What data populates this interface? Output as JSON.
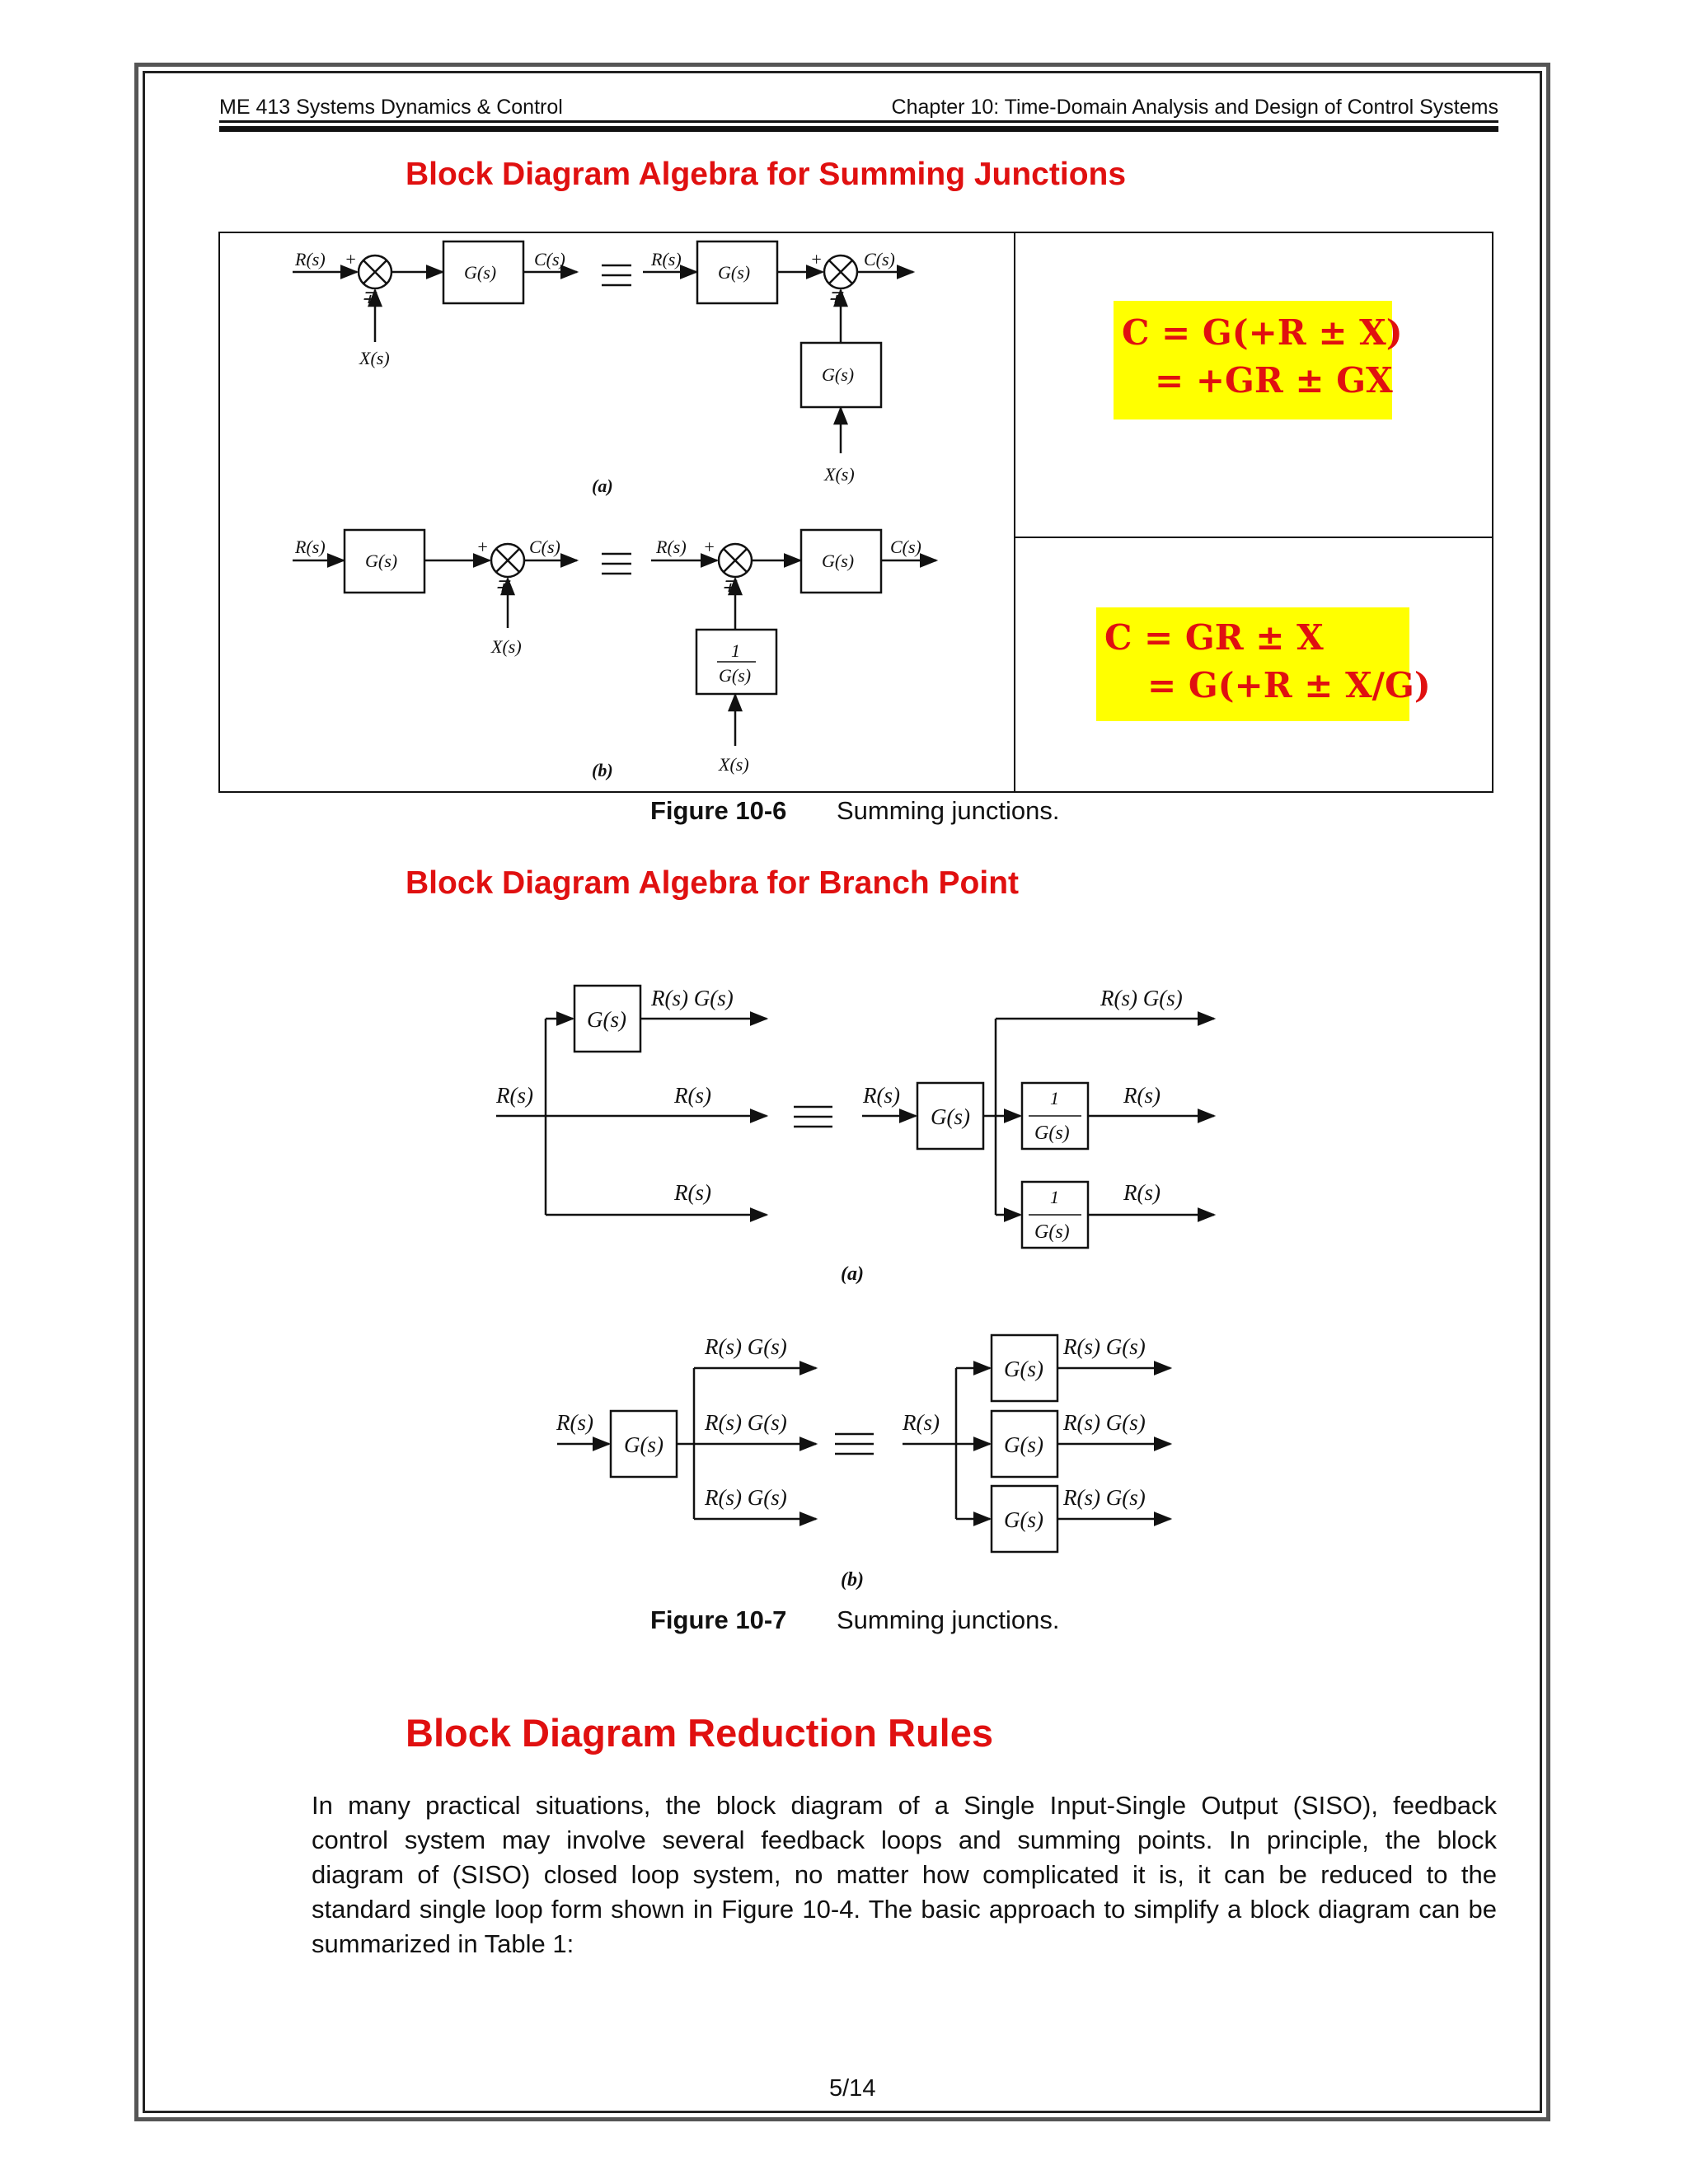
{
  "header": {
    "left": "ME 413 Systems Dynamics & Control",
    "right": "Chapter 10: Time-Domain Analysis and Design of Control Systems"
  },
  "sections": {
    "summing_title": "Block Diagram Algebra for Summing Junctions",
    "branch_title": "Block Diagram Algebra for Branch Point",
    "reduction_title": "Block Diagram Reduction Rules"
  },
  "figure_10_6": {
    "caption_number": "Figure 10-6",
    "caption_text": "Summing junctions.",
    "labels": {
      "R": "R(s)",
      "C": "C(s)",
      "X": "X(s)",
      "G": "G(s)",
      "one": "1",
      "plus": "+",
      "pm": "∓",
      "sub_a": "(a)",
      "sub_b": "(b)",
      "equiv": "≡"
    },
    "equation_a": [
      "C = G(+R ± X)",
      "= +GR ± GX"
    ],
    "equation_b": [
      "C = GR ± X",
      "= G(+R ± X/G)"
    ],
    "highlight_color": "#ffff00",
    "equation_color": "#e01010"
  },
  "figure_10_7": {
    "caption_number": "Figure 10-7",
    "caption_text": "Summing junctions.",
    "labels": {
      "R": "R(s)",
      "G": "G(s)",
      "RG": "R(s) G(s)",
      "one": "1",
      "sub_a": "(a)",
      "sub_b": "(b)",
      "equiv": "≡"
    }
  },
  "paragraph": [
    "In many practical situations, the block diagram of a Single Input-Single Output (SISO), feedback",
    "control system may involve several feedback loops and summing points. In principle, the block",
    "diagram of (SISO) closed loop system, no matter how complicated it is, it can be reduced to the",
    "standard single loop form shown in Figure 10-4. The basic approach to simplify a block diagram can be",
    "summarized in Table 1:"
  ],
  "page_number": "5/14",
  "title_color": "#e01010"
}
